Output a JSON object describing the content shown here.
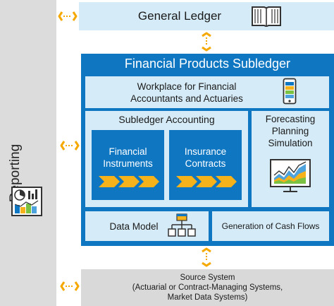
{
  "reporting": {
    "label": "Reporting",
    "icon": "report-dashboard-icon"
  },
  "general_ledger": {
    "label": "General Ledger",
    "icon": "open-book-icon"
  },
  "subledger": {
    "title": "Financial Products Subledger",
    "workplace": {
      "line1": "Workplace for Financial",
      "line2": "Accountants and Actuaries",
      "icon": "mobile-phone-icon"
    },
    "subledger_accounting": {
      "title": "Subledger Accounting",
      "financial_instruments": {
        "line1": "Financial",
        "line2": "Instruments"
      },
      "insurance_contracts": {
        "line1": "Insurance",
        "line2": "Contracts"
      }
    },
    "forecasting": {
      "line1": "Forecasting",
      "line2": "Planning",
      "line3": "Simulation",
      "icon": "monitor-chart-icon"
    },
    "data_model": {
      "label": "Data Model",
      "icon": "hierarchy-tree-icon"
    },
    "cash_flows": {
      "label": "Generation of Cash Flows"
    }
  },
  "source_system": {
    "line1": "Source System",
    "line2": "(Actuarial or Contract-Managing Systems,",
    "line3": "Market Data Systems)"
  },
  "colors": {
    "primary_blue": "#0f76c2",
    "light_blue": "#d5ebf7",
    "gray": "#d9d9d9",
    "chevron_orange": "#f5b21b",
    "connector_orange": "#f5a800"
  }
}
